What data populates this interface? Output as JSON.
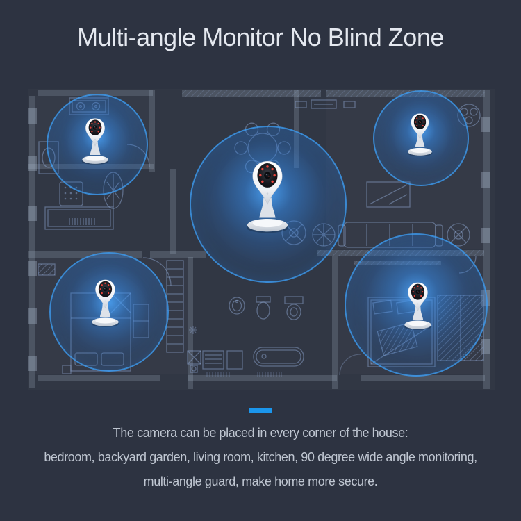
{
  "banner": {
    "title": "Multi-angle Monitor No Blind Zone",
    "description_lines": [
      "The camera can be placed in every corner of the house:",
      "bedroom, backyard garden, living room, kitchen, 90 degree wide angle monitoring,",
      "multi-angle guard, make home more secure."
    ]
  },
  "scene": {
    "camera_count": 5,
    "camera_icon": "security-camera-icon",
    "zone_shape": "circle"
  },
  "colors": {
    "background": "#2d3341",
    "accent_blue": "#1b96ec",
    "zone_glow": "#2e86d8",
    "zone_border": "#3e9ef4",
    "title_text": "#e4e8ef",
    "body_text": "#bfc6d1",
    "blueprint_line": "#8ea6cf",
    "camera_body": "#ffffff",
    "camera_led": "#e8453c"
  }
}
